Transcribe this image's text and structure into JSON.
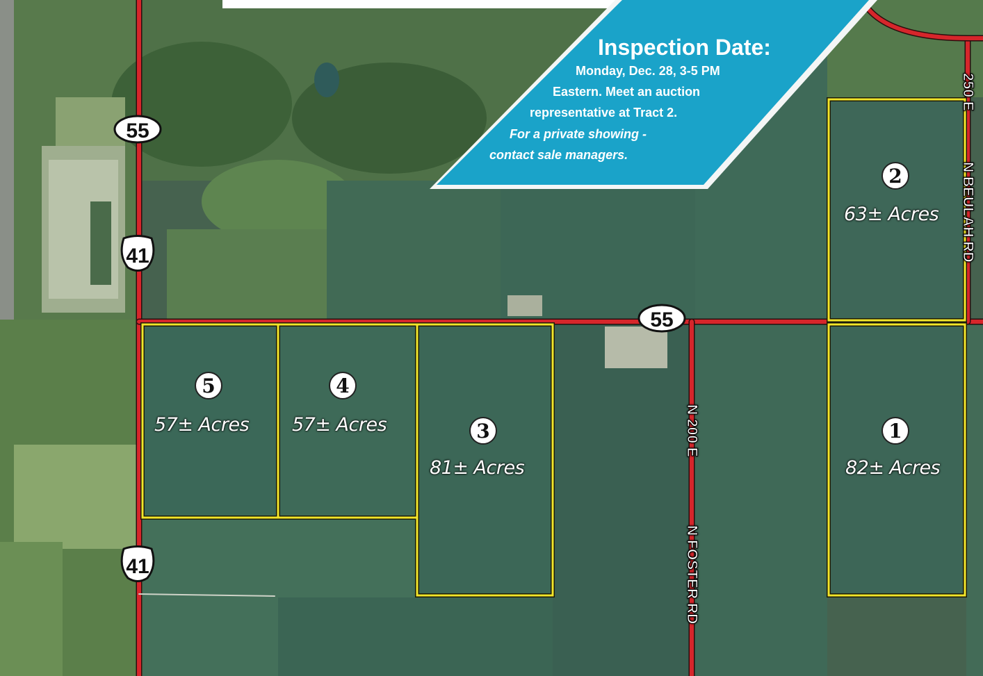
{
  "banner": {
    "title": "Inspection Date:",
    "line1": "Monday, Dec. 28, 3-5 PM",
    "line2": "Eastern.  Meet an auction",
    "line3": "representative at Tract 2.",
    "line4": "For a private showing -",
    "line5": "contact sale managers."
  },
  "shields": {
    "state_route": "55",
    "us_route": "41"
  },
  "roads": {
    "n_200_e": "N 200 E",
    "n_foster_rd": "N FOSTER RD",
    "e_250": "250 E",
    "n_beulah_rd": "N BEULAH RD"
  },
  "tracts": [
    {
      "number": "1",
      "acres": "82± Acres"
    },
    {
      "number": "2",
      "acres": "63± Acres"
    },
    {
      "number": "3",
      "acres": "81± Acres"
    },
    {
      "number": "4",
      "acres": "57± Acres"
    },
    {
      "number": "5",
      "acres": "57± Acres"
    }
  ],
  "colors": {
    "road_red": "#d6262b",
    "boundary_yellow": "#f2e52a",
    "banner_blue": "#1aa3c9",
    "field_green": "#3f6b59"
  }
}
